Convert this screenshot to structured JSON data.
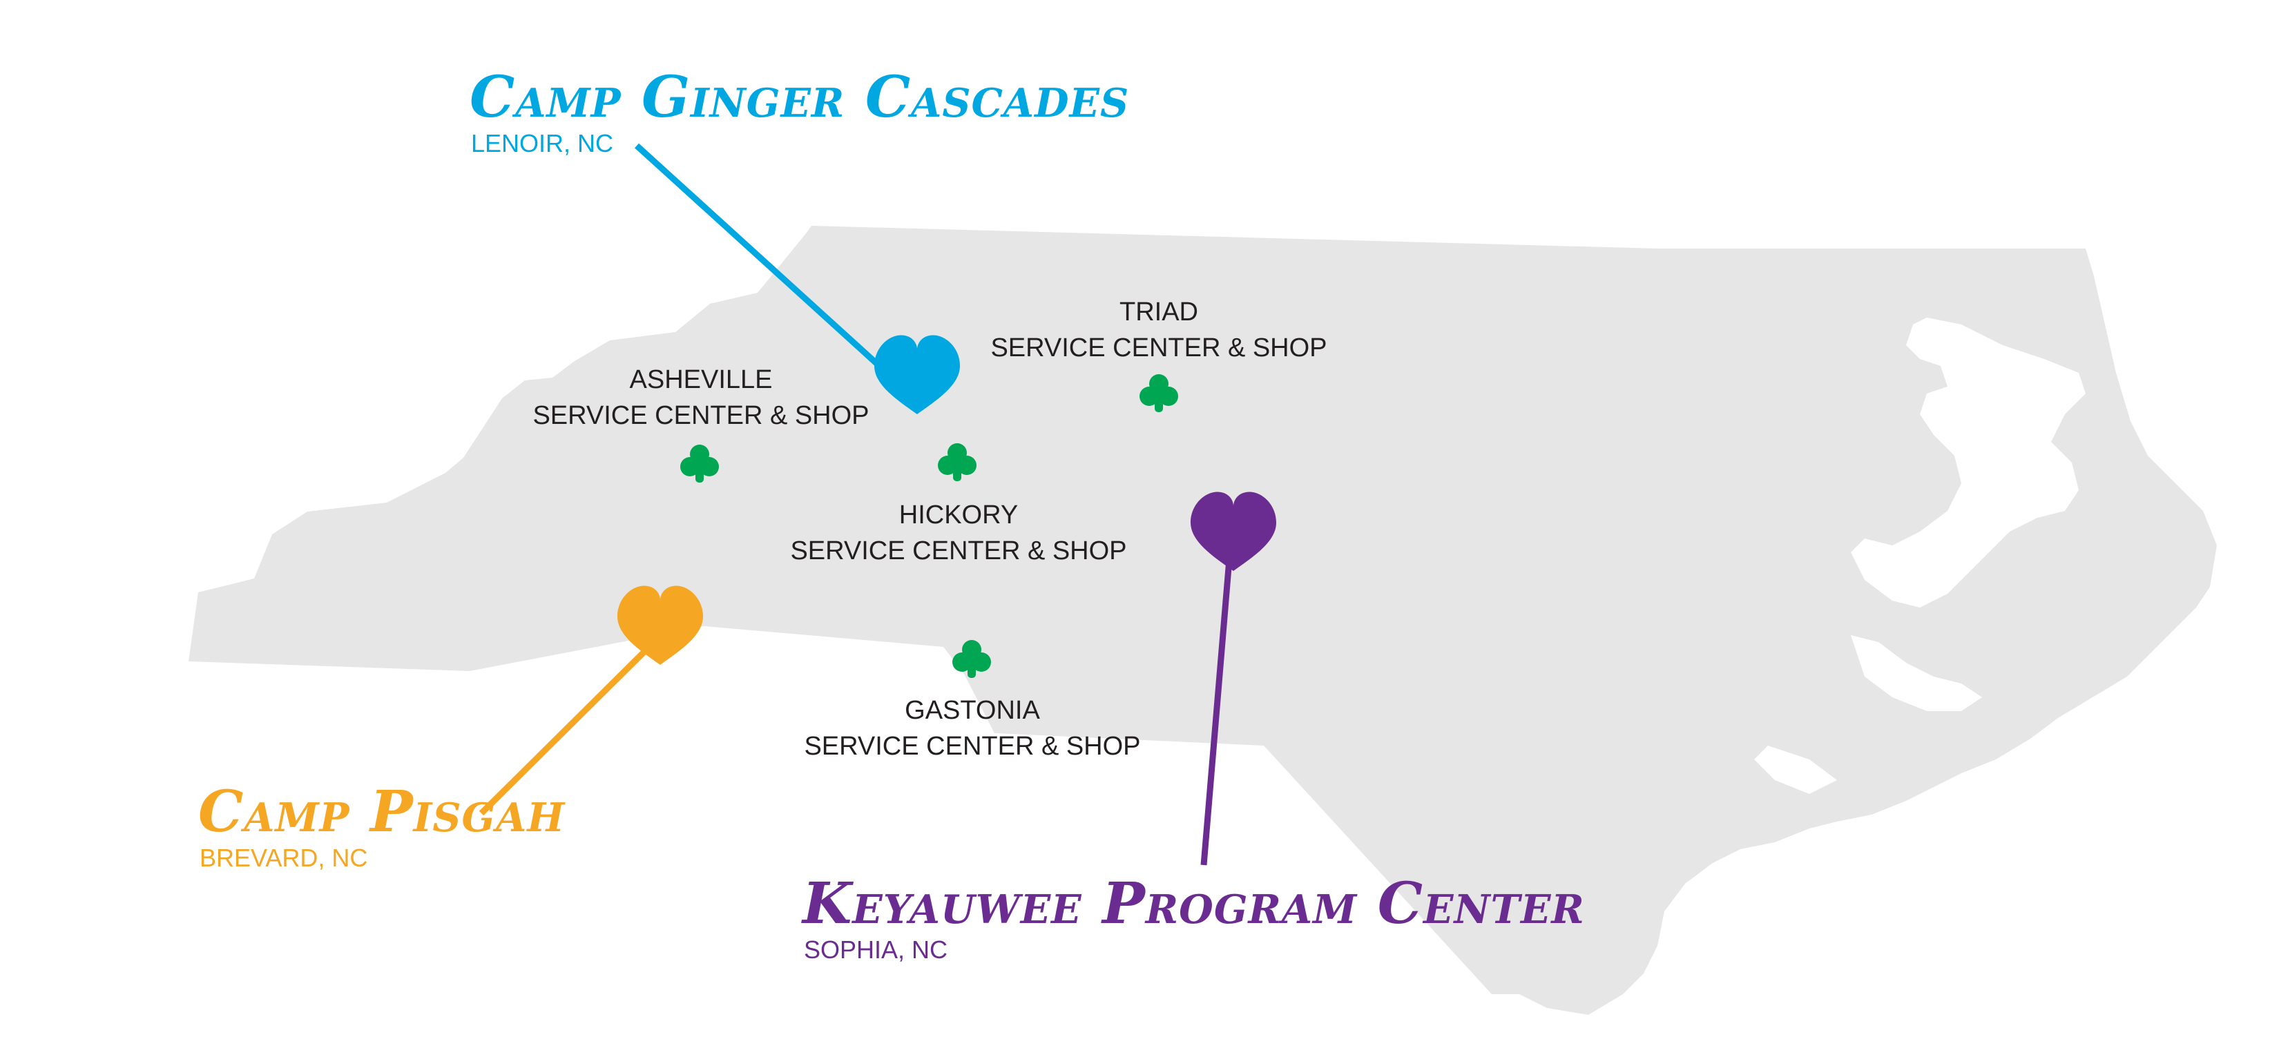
{
  "colors": {
    "state_fill": "#e6e6e6",
    "label_text": "#231f20",
    "camp_ginger_cascades": "#00a7e1",
    "camp_pisgah": "#f5a623",
    "keyauwee": "#6b2c91",
    "service_center_icon": "#00a651"
  },
  "icons": {
    "camp_marker": "heart-icon",
    "service_center_marker": "trefoil-icon"
  },
  "camps": {
    "ginger_cascades": {
      "name": "Camp Ginger Cascades",
      "location": "LENOIR, NC"
    },
    "pisgah": {
      "name": "Camp Pisgah",
      "location": "BREVARD, NC"
    },
    "keyauwee": {
      "name": "Keyauwee Program Center",
      "location": "SOPHIA, NC"
    }
  },
  "service_centers": {
    "triad": {
      "name": "TRIAD",
      "type": "SERVICE CENTER & SHOP"
    },
    "asheville": {
      "name": "ASHEVILLE",
      "type": "SERVICE CENTER & SHOP"
    },
    "hickory": {
      "name": "HICKORY",
      "type": "SERVICE CENTER & SHOP"
    },
    "gastonia": {
      "name": "GASTONIA",
      "type": "SERVICE CENTER & SHOP"
    }
  }
}
